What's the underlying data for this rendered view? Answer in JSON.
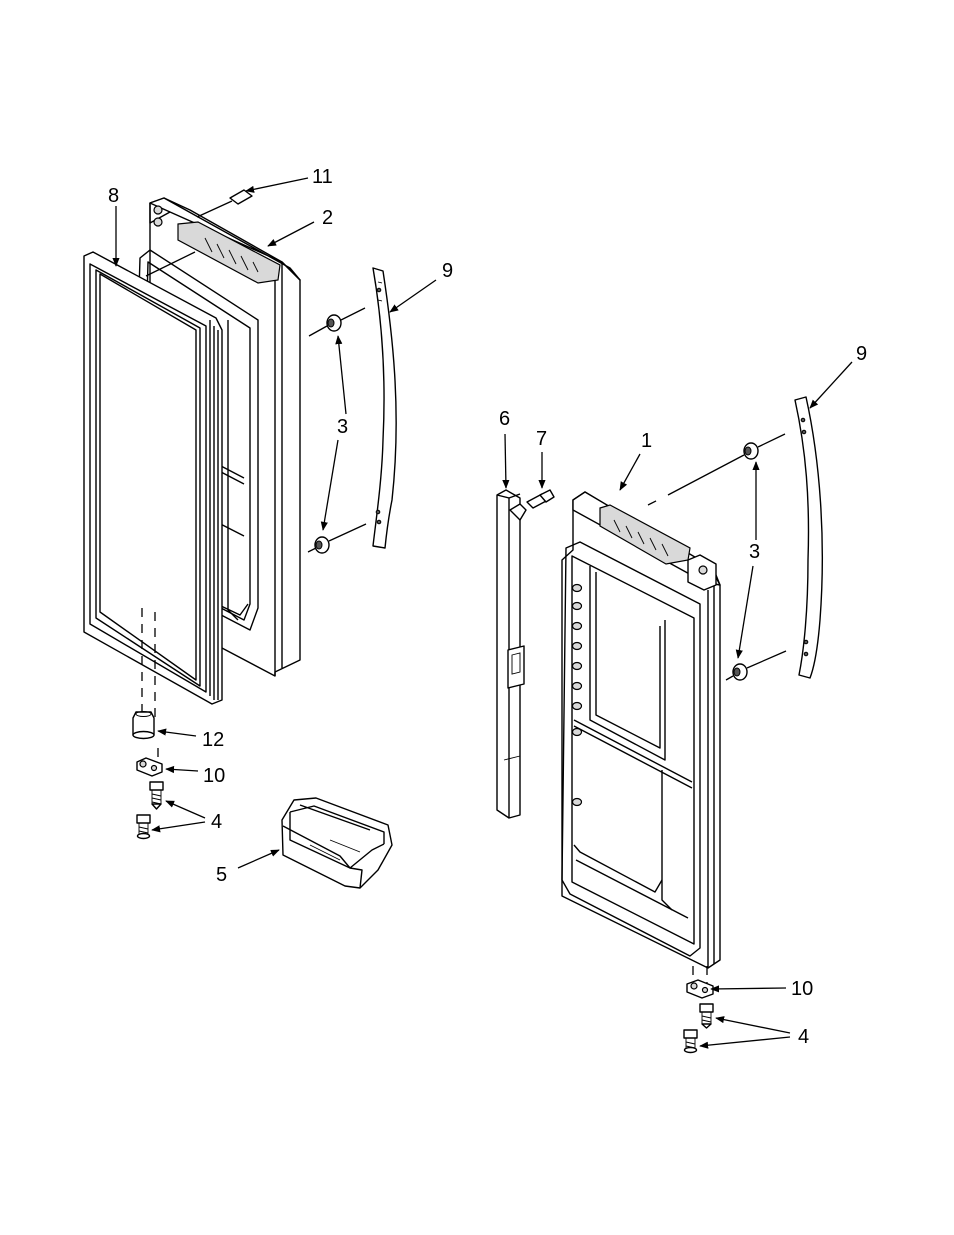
{
  "callouts": {
    "c1": "1",
    "c2": "2",
    "c3_left": "3",
    "c3_right": "3",
    "c4_left": "4",
    "c4_right": "4",
    "c5": "5",
    "c6": "6",
    "c7": "7",
    "c8": "8",
    "c9_left": "9",
    "c9_right": "9",
    "c10_left": "10",
    "c10_right": "10",
    "c11": "11",
    "c12": "12"
  }
}
